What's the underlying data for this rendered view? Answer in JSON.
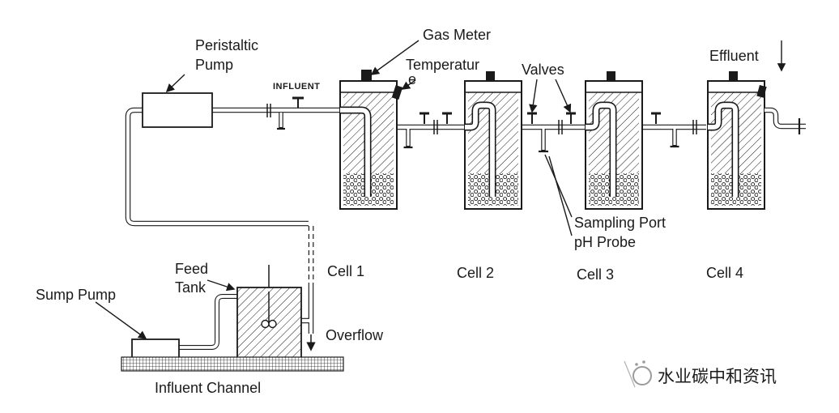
{
  "colors": {
    "line": "#1a1a1a",
    "watermark": "#8a8a8a",
    "background": "#ffffff"
  },
  "labels": {
    "peristaltic_pump": [
      "Peristaltic",
      "Pump"
    ],
    "influent": "INFLUENT",
    "gas_meter": "Gas  Meter",
    "temperature": [
      "Temperatur",
      "e"
    ],
    "valves": "Valves",
    "effluent": "Effluent",
    "sump_pump": "Sump Pump",
    "feed_tank": [
      "Feed",
      "Tank"
    ],
    "sampling_port": "Sampling Port",
    "ph_probe": "pH Probe",
    "overflow": "Overflow",
    "influent_channel": "Influent Channel",
    "cells": [
      "Cell 1",
      "Cell 2",
      "Cell 3",
      "Cell 4"
    ]
  },
  "watermark": {
    "text": "水业碳中和资讯"
  }
}
